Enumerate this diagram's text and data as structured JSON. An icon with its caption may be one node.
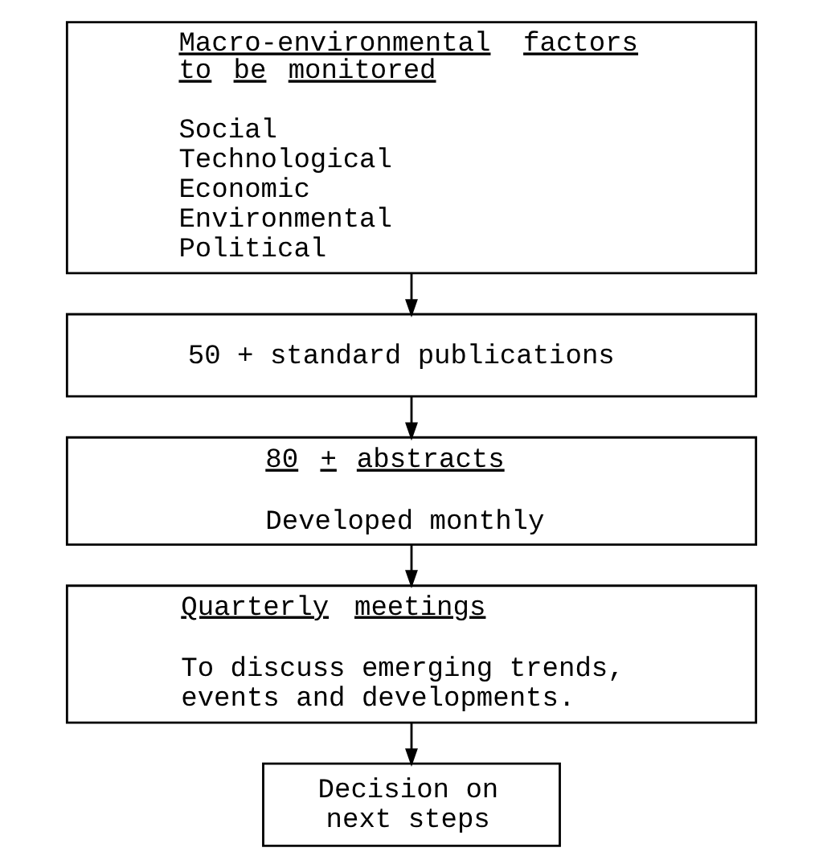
{
  "diagram": {
    "nodes": [
      {
        "text": [
          "Macro-environmental factors to be monitored",
          "Social",
          "Technological",
          "Economic",
          "Environmental",
          "Political"
        ]
      },
      {
        "text": [
          "50 + standard publications"
        ]
      },
      {
        "text": [
          "80 + abstracts",
          "Developed monthly"
        ]
      },
      {
        "text": [
          "Quarterly meetings",
          "To discuss emerging trends, events and developments."
        ]
      },
      {
        "text": [
          "Decision on next steps"
        ]
      }
    ],
    "edges": [
      {
        "from": 0,
        "to": 1,
        "arrow": "to"
      },
      {
        "from": 1,
        "to": 2,
        "arrow": "to"
      },
      {
        "from": 2,
        "to": 3,
        "arrow": "to"
      },
      {
        "from": 3,
        "to": 4,
        "arrow": "to"
      }
    ]
  }
}
